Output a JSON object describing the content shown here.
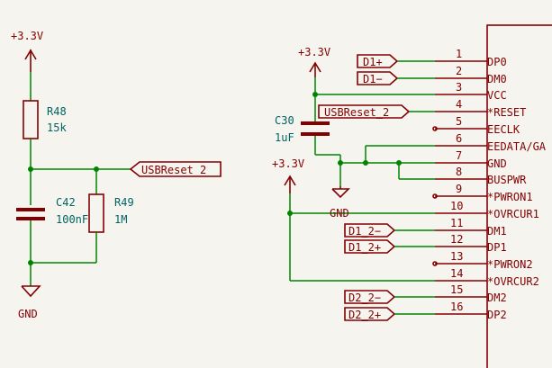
{
  "power": {
    "left_vcc": "+3.3V",
    "left_gnd": "GND",
    "right_vcc_top": "+3.3V",
    "right_vcc_mid": "+3.3V",
    "mid_gnd": "GND"
  },
  "components": {
    "r48_ref": "R48",
    "r48_val": "15k",
    "c42_ref": "C42",
    "c42_val": "100nF",
    "r49_ref": "R49",
    "r49_val": "1M",
    "c30_ref": "C30",
    "c30_val": "1uF"
  },
  "labels": {
    "usbreset_left": "USBReset_2",
    "usbreset_right": "USBReset_2",
    "d1p": "D1+",
    "d1m": "D1−",
    "d1_2m": "D1_2−",
    "d1_2p": "D1_2+",
    "d2_2m": "D2_2−",
    "d2_2p": "D2_2+"
  },
  "pins": [
    {
      "num": "1",
      "name": "DP0"
    },
    {
      "num": "2",
      "name": "DM0"
    },
    {
      "num": "3",
      "name": "VCC"
    },
    {
      "num": "4",
      "name": "*RESET"
    },
    {
      "num": "5",
      "name": "EECLK"
    },
    {
      "num": "6",
      "name": "EEDATA/GA"
    },
    {
      "num": "7",
      "name": "GND"
    },
    {
      "num": "8",
      "name": "BUSPWR"
    },
    {
      "num": "9",
      "name": "*PWRON1"
    },
    {
      "num": "10",
      "name": "*OVRCUR1"
    },
    {
      "num": "11",
      "name": "DM1"
    },
    {
      "num": "12",
      "name": "DP1"
    },
    {
      "num": "13",
      "name": "*PWRON2"
    },
    {
      "num": "14",
      "name": "*OVRCUR2"
    },
    {
      "num": "15",
      "name": "DM2"
    },
    {
      "num": "16",
      "name": "DP2"
    }
  ],
  "colors": {
    "wire": "#008400",
    "symbol": "#840000",
    "reference": "#006464",
    "background": "#f5f4ef"
  }
}
